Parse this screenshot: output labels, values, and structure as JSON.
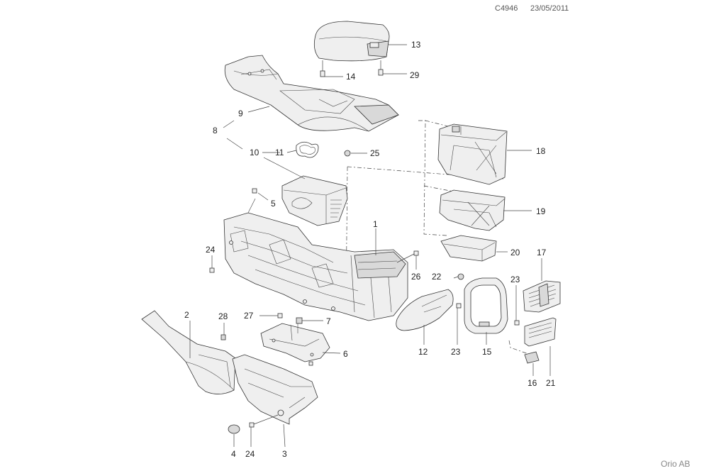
{
  "header": {
    "code": "C4946",
    "date": "23/05/2011"
  },
  "footer": {
    "brand": "Orio AB"
  },
  "callouts": {
    "c1": "1",
    "c2": "2",
    "c3": "3",
    "c4": "4",
    "c5": "5",
    "c6": "6",
    "c7": "7",
    "c8": "8",
    "c9": "9",
    "c10": "10",
    "c11": "11",
    "c12": "12",
    "c13": "13",
    "c14": "14",
    "c15": "15",
    "c16": "16",
    "c17": "17",
    "c18": "18",
    "c19": "19",
    "c20": "20",
    "c21": "21",
    "c22": "22",
    "c23a": "23",
    "c23b": "23",
    "c24a": "24",
    "c24b": "24",
    "c25": "25",
    "c26": "26",
    "c27": "27",
    "c28": "28",
    "c29": "29"
  }
}
